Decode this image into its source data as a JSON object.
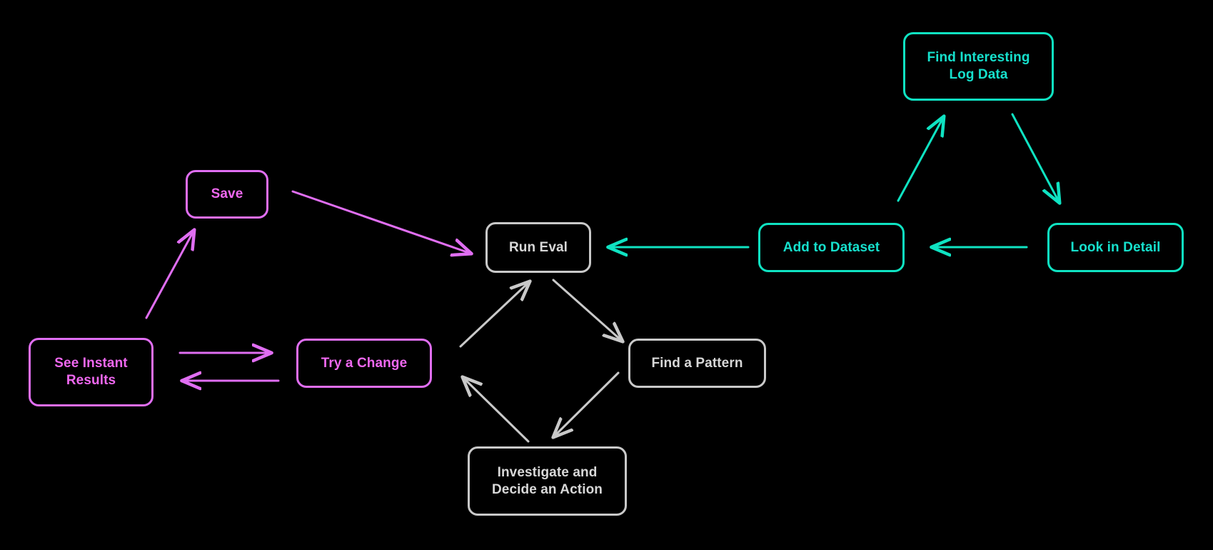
{
  "diagram": {
    "title": "Eval iteration loop diagram",
    "background": "#000000",
    "colors": {
      "cyan": "#0fe3c2",
      "magenta": "#e06ef2",
      "neutral": "#c9c9c9"
    },
    "nodes": [
      {
        "id": "find-log-data",
        "label": "Find Interesting\nLog Data",
        "group": "cyan"
      },
      {
        "id": "add-to-dataset",
        "label": "Add to Dataset",
        "group": "cyan"
      },
      {
        "id": "look-in-detail",
        "label": "Look in Detail",
        "group": "cyan"
      },
      {
        "id": "run-eval",
        "label": "Run Eval",
        "group": "neutral"
      },
      {
        "id": "find-a-pattern",
        "label": "Find a Pattern",
        "group": "neutral"
      },
      {
        "id": "investigate",
        "label": "Investigate and\nDecide an Action",
        "group": "neutral"
      },
      {
        "id": "save",
        "label": "Save",
        "group": "magenta"
      },
      {
        "id": "see-instant-results",
        "label": "See Instant\nResults",
        "group": "magenta"
      },
      {
        "id": "try-a-change",
        "label": "Try a Change",
        "group": "magenta"
      }
    ],
    "edges": [
      {
        "id": "save-to-run-eval",
        "from": "save",
        "to": "run-eval",
        "color": "magenta"
      },
      {
        "id": "see-instant-results-to-save",
        "from": "see-instant-results",
        "to": "save",
        "color": "magenta"
      },
      {
        "id": "see-instant-results-to-try-a-change",
        "from": "see-instant-results",
        "to": "try-a-change",
        "color": "magenta"
      },
      {
        "id": "try-a-change-to-see-instant-results",
        "from": "try-a-change",
        "to": "see-instant-results",
        "color": "magenta"
      },
      {
        "id": "run-eval-to-find-a-pattern",
        "from": "run-eval",
        "to": "find-a-pattern",
        "color": "neutral"
      },
      {
        "id": "find-a-pattern-to-investigate",
        "from": "find-a-pattern",
        "to": "investigate",
        "color": "neutral"
      },
      {
        "id": "investigate-to-try-a-change",
        "from": "investigate",
        "to": "try-a-change",
        "color": "neutral"
      },
      {
        "id": "try-a-change-to-run-eval",
        "from": "try-a-change",
        "to": "run-eval",
        "color": "neutral"
      },
      {
        "id": "add-to-dataset-to-run-eval",
        "from": "add-to-dataset",
        "to": "run-eval",
        "color": "cyan"
      },
      {
        "id": "look-in-detail-to-add-to-dataset",
        "from": "look-in-detail",
        "to": "add-to-dataset",
        "color": "cyan"
      },
      {
        "id": "add-to-dataset-to-find-log-data",
        "from": "add-to-dataset",
        "to": "find-log-data",
        "color": "cyan"
      },
      {
        "id": "find-log-data-to-look-in-detail",
        "from": "find-log-data",
        "to": "look-in-detail",
        "color": "cyan"
      }
    ]
  }
}
